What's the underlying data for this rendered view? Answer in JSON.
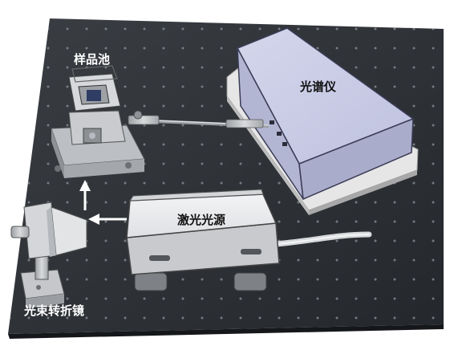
{
  "labels": {
    "sample_cell": "样品池",
    "spectrometer": "光谱仪",
    "laser_source": "激光光源",
    "beam_mirror": "光束转折镜"
  },
  "colors": {
    "breadboard": "#2e3236",
    "breadboard_hole": "#6f767d",
    "spectrometer_body": "#c9cbe4",
    "laser_body": "#e9eaec",
    "metal": "#c6c8cb",
    "arrow": "#ffffff"
  }
}
